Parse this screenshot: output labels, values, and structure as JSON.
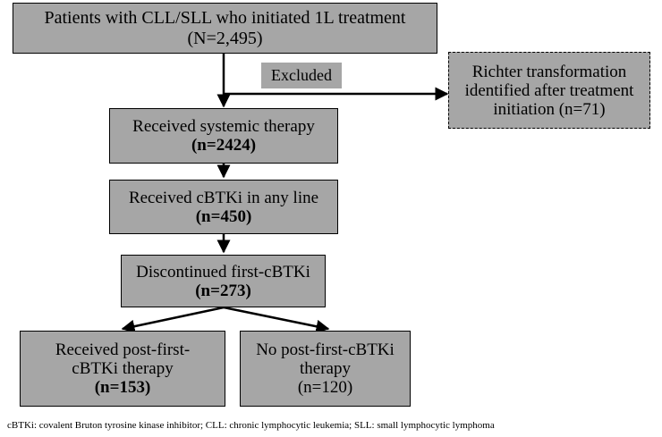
{
  "nodes": {
    "patients": {
      "line1": "Patients with CLL/SLL who initiated 1L treatment",
      "line2": "(N=2,495)"
    },
    "excluded_label": "Excluded",
    "richter": {
      "line1": "Richter transformation",
      "line2": "identified after treatment",
      "line3": "initiation (n=71)"
    },
    "systemic": {
      "line1": "Received systemic therapy",
      "line2": "(n=2424)"
    },
    "cbtki": {
      "line1": "Received cBTKi in any line",
      "line2": "(n=450)"
    },
    "discontinued": {
      "line1": "Discontinued first-cBTKi",
      "line2": "(n=273)"
    },
    "post": {
      "line1": "Received post-first-",
      "line2": "cBTKi therapy",
      "line3": "(n=153)"
    },
    "no_post": {
      "line1": "No post-first-cBTKi",
      "line2": "therapy",
      "line3": "(n=120)"
    }
  },
  "footnote": "cBTKi: covalent Bruton tyrosine kinase inhibitor; CLL: chronic lymphocytic leukemia; SLL: small lymphocytic lymphoma"
}
